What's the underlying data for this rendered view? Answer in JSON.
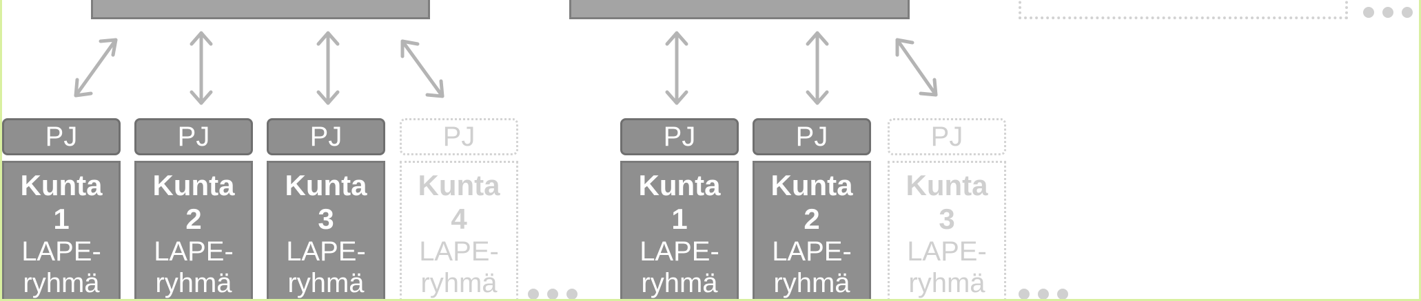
{
  "groups": [
    {
      "units": [
        {
          "pj": "PJ",
          "name": "Kunta",
          "num": "1",
          "grp1": "LAPE-",
          "grp2": "ryhmä",
          "ghost": false
        },
        {
          "pj": "PJ",
          "name": "Kunta",
          "num": "2",
          "grp1": "LAPE-",
          "grp2": "ryhmä",
          "ghost": false
        },
        {
          "pj": "PJ",
          "name": "Kunta",
          "num": "3",
          "grp1": "LAPE-",
          "grp2": "ryhmä",
          "ghost": false
        },
        {
          "pj": "PJ",
          "name": "Kunta",
          "num": "4",
          "grp1": "LAPE-",
          "grp2": "ryhmä",
          "ghost": true
        }
      ]
    },
    {
      "units": [
        {
          "pj": "PJ",
          "name": "Kunta",
          "num": "1",
          "grp1": "LAPE-",
          "grp2": "ryhmä",
          "ghost": false
        },
        {
          "pj": "PJ",
          "name": "Kunta",
          "num": "2",
          "grp1": "LAPE-",
          "grp2": "ryhmä",
          "ghost": false
        },
        {
          "pj": "PJ",
          "name": "Kunta",
          "num": "3",
          "grp1": "LAPE-",
          "grp2": "ryhmä",
          "ghost": true
        }
      ]
    }
  ],
  "colors": {
    "box_fill": "#8f8f8f",
    "box_border": "#6f6f6f",
    "arrow": "#b4b4b4",
    "ghost": "#d3d3d3",
    "frame": "#d9f0a0"
  }
}
